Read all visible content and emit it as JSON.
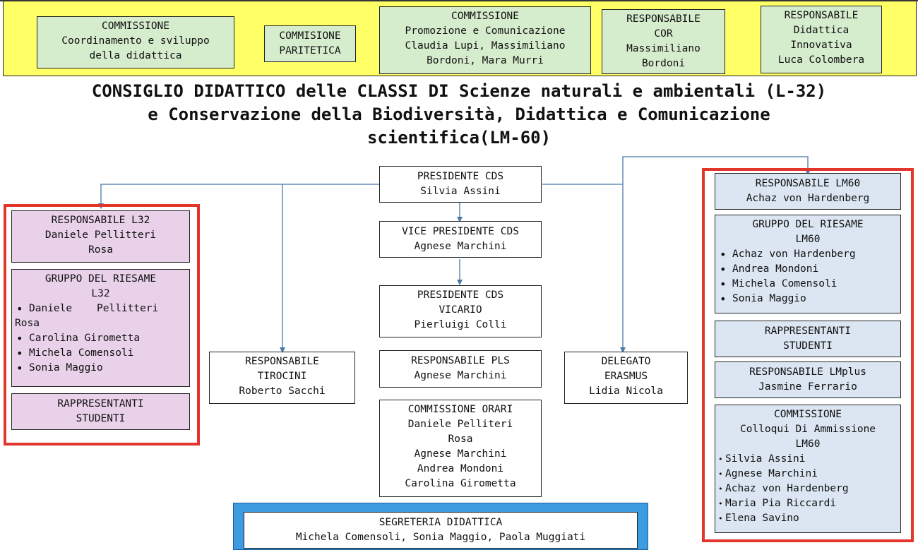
{
  "colors": {
    "top_bar": "#ffff66",
    "commission_green": "#d5eccd",
    "l32_pink": "#e9d1ea",
    "lm60_blue": "#dbe6f2",
    "frame_red": "#e2352b",
    "segreteria_blue": "#3d9be0",
    "connector": "#4a78a8"
  },
  "top_bar": {
    "coordinamento": [
      "COMMISSIONE",
      "Coordinamento e sviluppo",
      "della didattica"
    ],
    "paritetica": [
      "COMMISIONE",
      "PARITETICA"
    ],
    "promozione": [
      "COMMISSIONE",
      "Promozione e Comunicazione",
      "Claudia Lupi, Massimiliano",
      "Bordoni, Mara Murri"
    ],
    "cor": [
      "RESPONSABILE",
      "COR",
      "Massimiliano",
      "Bordoni"
    ],
    "innovativa": [
      "RESPONSABILE",
      "Didattica",
      "Innovativa",
      "Luca Colombera"
    ]
  },
  "title": [
    "CONSIGLIO DIDATTICO delle CLASSI DI Scienze naturali e ambientali (L-32)",
    "e Conservazione della Biodiversità, Didattica e Comunicazione",
    "scientifica(LM-60)"
  ],
  "center": {
    "presidente": [
      "PRESIDENTE CDS",
      "Silvia Assini"
    ],
    "vice": [
      "VICE PRESIDENTE CDS",
      "Agnese Marchini"
    ],
    "vicario": [
      "PRESIDENTE CDS",
      "VICARIO",
      "Pierluigi Colli"
    ],
    "pls": [
      "RESPONSABILE PLS",
      "Agnese Marchini"
    ],
    "orari": [
      "COMMISSIONE ORARI",
      "Daniele Pelliteri",
      "Rosa",
      "Agnese Marchini",
      "Andrea Mondoni",
      "Carolina Girometta"
    ]
  },
  "tirocini": [
    "RESPONSABILE",
    "TIROCINI",
    "Roberto Sacchi"
  ],
  "erasmus": [
    "DELEGATO",
    "ERASMUS",
    "Lidia Nicola"
  ],
  "l32": {
    "responsabile": [
      "RESPONSABILE L32",
      "Daniele Pellitteri",
      "Rosa"
    ],
    "riesame_title": [
      "GRUPPO DEL RIESAME",
      "L32"
    ],
    "riesame_members": [
      "Daniele    Pellitteri",
      "Rosa",
      "Carolina Girometta",
      "Michela Comensoli",
      "Sonia Maggio"
    ],
    "rappresentanti": [
      "RAPPRESENTANTI",
      "STUDENTI"
    ]
  },
  "lm60": {
    "responsabile": [
      "RESPONSABILE LM60",
      "Achaz von Hardenberg"
    ],
    "riesame_title": [
      "GRUPPO DEL RIESAME",
      "LM60"
    ],
    "riesame_members": [
      "Achaz von Hardenberg",
      "Andrea Mondoni",
      "Michela Comensoli",
      "Sonia Maggio"
    ],
    "rappresentanti": [
      "RAPPRESENTANTI",
      "STUDENTI"
    ],
    "lmplus": [
      "RESPONSABILE LMplus",
      "Jasmine Ferrario"
    ],
    "colloqui_title": [
      "COMMISSIONE",
      "Colloqui Di Ammissione",
      "LM60"
    ],
    "colloqui_members": [
      "Silvia Assini",
      "Agnese Marchini",
      "Achaz von Hardenberg",
      "Maria Pia Riccardi",
      "Elena Savino"
    ]
  },
  "segreteria": [
    "SEGRETERIA DIDATTICA",
    "Michela Comensoli, Sonia Maggio, Paola Muggiati"
  ]
}
